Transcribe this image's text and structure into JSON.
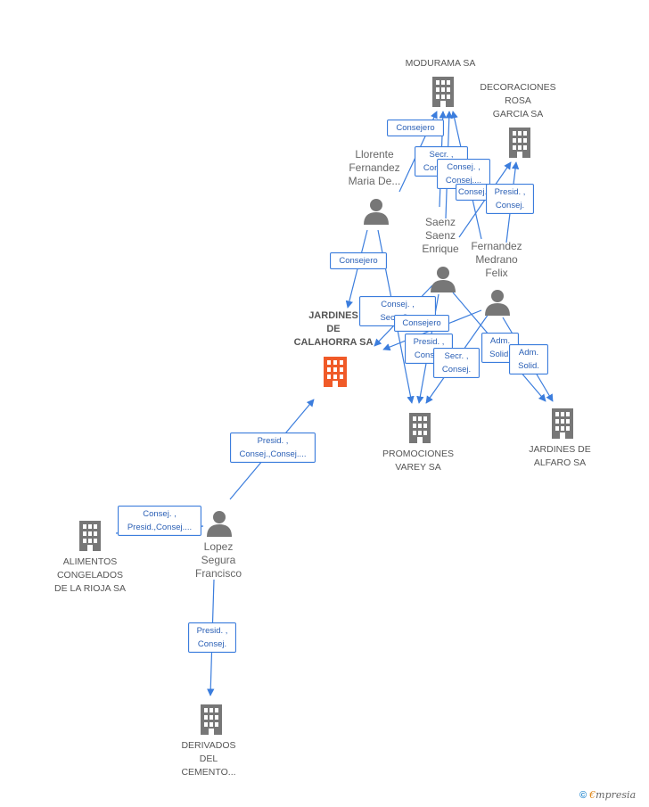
{
  "colors": {
    "line": "#3b7ddd",
    "building": "#777777",
    "building_main": "#f05a28",
    "person": "#777777"
  },
  "companies": {
    "modurama": "MODURAMA SA",
    "decoraciones": "DECORACIONES\nROSA\nGARCIA SA",
    "jardines_calahorra": "JARDINES\nDE\nCALAHORRA SA",
    "promociones": "PROMOCIONES\nVAREY SA",
    "jardines_alfaro": "JARDINES DE\nALFARO SA",
    "alimentos": "ALIMENTOS\nCONGELADOS\nDE LA RIOJA SA",
    "derivados": "DERIVADOS\nDEL\nCEMENTO..."
  },
  "persons": {
    "llorente": "Llorente\nFernandez\nMaria De...",
    "saenz": "Saenz\nSaenz\nEnrique",
    "fernandez": "Fernandez\nMedrano\nFelix",
    "lopez": "Lopez\nSegura\nFrancisco"
  },
  "roles": {
    "r1": "Consejero",
    "r2": "Secr. ,\nConsej....",
    "r3": "Consej. ,\nConsej....",
    "r4": "Consej...",
    "r5": "Presid. ,\nConsej.",
    "r6": "Consejero",
    "r7": "Consej. ,\nSecr.,C...",
    "r8": "Consejero",
    "r9": "Presid. ,\nConsej.",
    "r10": "Secr. ,\nConsej.",
    "r11": "Adm.\nSolid.",
    "r12": "Adm.\nSolid.",
    "r13": "Presid. ,\nConsej.,Consej....",
    "r14": "Consej. ,\nPresid.,Consej....",
    "r15": "Presid. ,\nConsej."
  },
  "footer": {
    "copyright": "©",
    "brand_e": "€",
    "brand_rest": "mpresia"
  }
}
